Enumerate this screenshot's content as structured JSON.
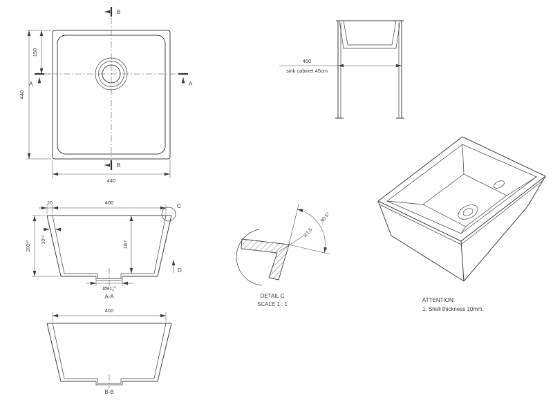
{
  "meta": {
    "background_color": "#ffffff",
    "line_color": "#3d3d3d",
    "text_color": "#3a3a3a",
    "drawing_type": "technical drawing - undermount kitchen sink"
  },
  "plan_view": {
    "section_b_top": "B",
    "section_b_bottom": "B",
    "section_a_left": "A",
    "section_a_right": "A",
    "dim_overall_height": "440",
    "dim_drain_from_top": "150",
    "dim_overall_width": "440"
  },
  "cabinet_view": {
    "dim_width": "450",
    "caption": "sink cabinet 45cm"
  },
  "section_a": {
    "dim_flange": "20",
    "dim_inner_width": "400",
    "dim_depth": "200",
    "dim_depth_tol": "±2",
    "dim_shell": "10",
    "dim_shell_tol": "±2",
    "dim_inner_depth": "187",
    "dim_drain_dia": "Ø91",
    "dim_drain_tol_upper": "+2",
    "dim_drain_tol_lower": "0",
    "detail_label": "C",
    "direction_label": "D",
    "title": "A-A"
  },
  "section_b": {
    "dim_inner_width": "400",
    "title": "B-B"
  },
  "detail_c": {
    "radius": "R1,5",
    "angle": "90.5°",
    "title": "DETAIL C",
    "scale": "SCALE 1 : 1"
  },
  "attention": {
    "title": "ATTENTION:",
    "note_1": "1.    Shell thickness 10mm."
  }
}
